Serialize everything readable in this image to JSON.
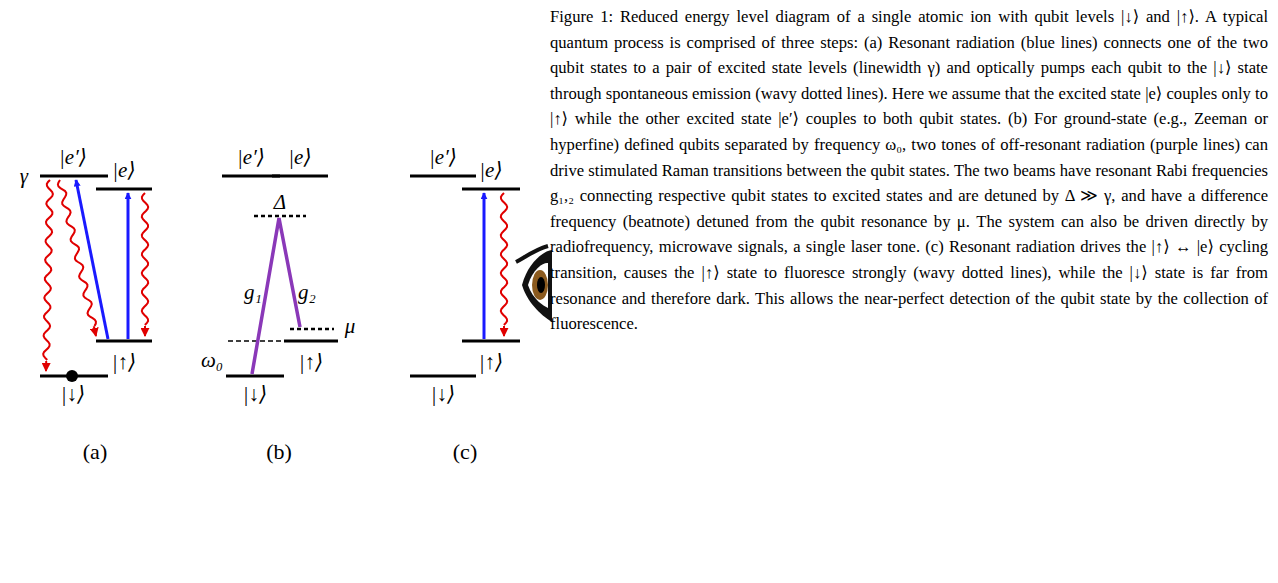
{
  "diagram": {
    "caption": "Figure 1: Reduced energy level diagram of a single atomic ion with qubit levels |↓⟩ and |↑⟩. A typical quantum process is comprised of three steps: (a) Resonant radiation (blue lines) connects one of the two qubit states to a pair of excited state levels (linewidth γ) and optically pumps each qubit to the |↓⟩ state through spontaneous emission (wavy dotted lines). Here we assume that the excited state |e⟩ couples only to |↑⟩ while the other excited state |e′⟩ couples to both qubit states. (b) For ground-state (e.g., Zeeman or hyperfine) defined qubits separated by frequency ω₀, two tones of off-resonant radiation (purple lines) can drive stimulated Raman transitions between the qubit states. The two beams have resonant Rabi frequencies g₁,₂ connecting respective qubit states to excited states and are detuned by Δ ≫ γ, and have a difference frequency (beatnote) detuned from the qubit resonance by μ. The system can also be driven directly by radiofrequency, microwave signals, a single laser tone. (c) Resonant radiation drives the |↑⟩ ↔ |e⟩ cycling transition, causes the |↑⟩ state to fluoresce strongly (wavy dotted lines), while the |↓⟩ state is far from resonance and therefore dark. This allows the near-perfect detection of the qubit state by the collection of fluorescence.",
    "labels": [
      "γ",
      "|e′⟩",
      "|e⟩",
      "|↑⟩",
      "|↓⟩",
      "(a)",
      "|e′⟩",
      "|e⟩",
      "Δ",
      "g₁",
      "g₂",
      "ω₀",
      "μ",
      "|↑⟩",
      "|↓⟩",
      "(b)",
      "|e′⟩",
      "|e⟩",
      "|↑⟩",
      "|↓⟩",
      "(c)"
    ]
  }
}
